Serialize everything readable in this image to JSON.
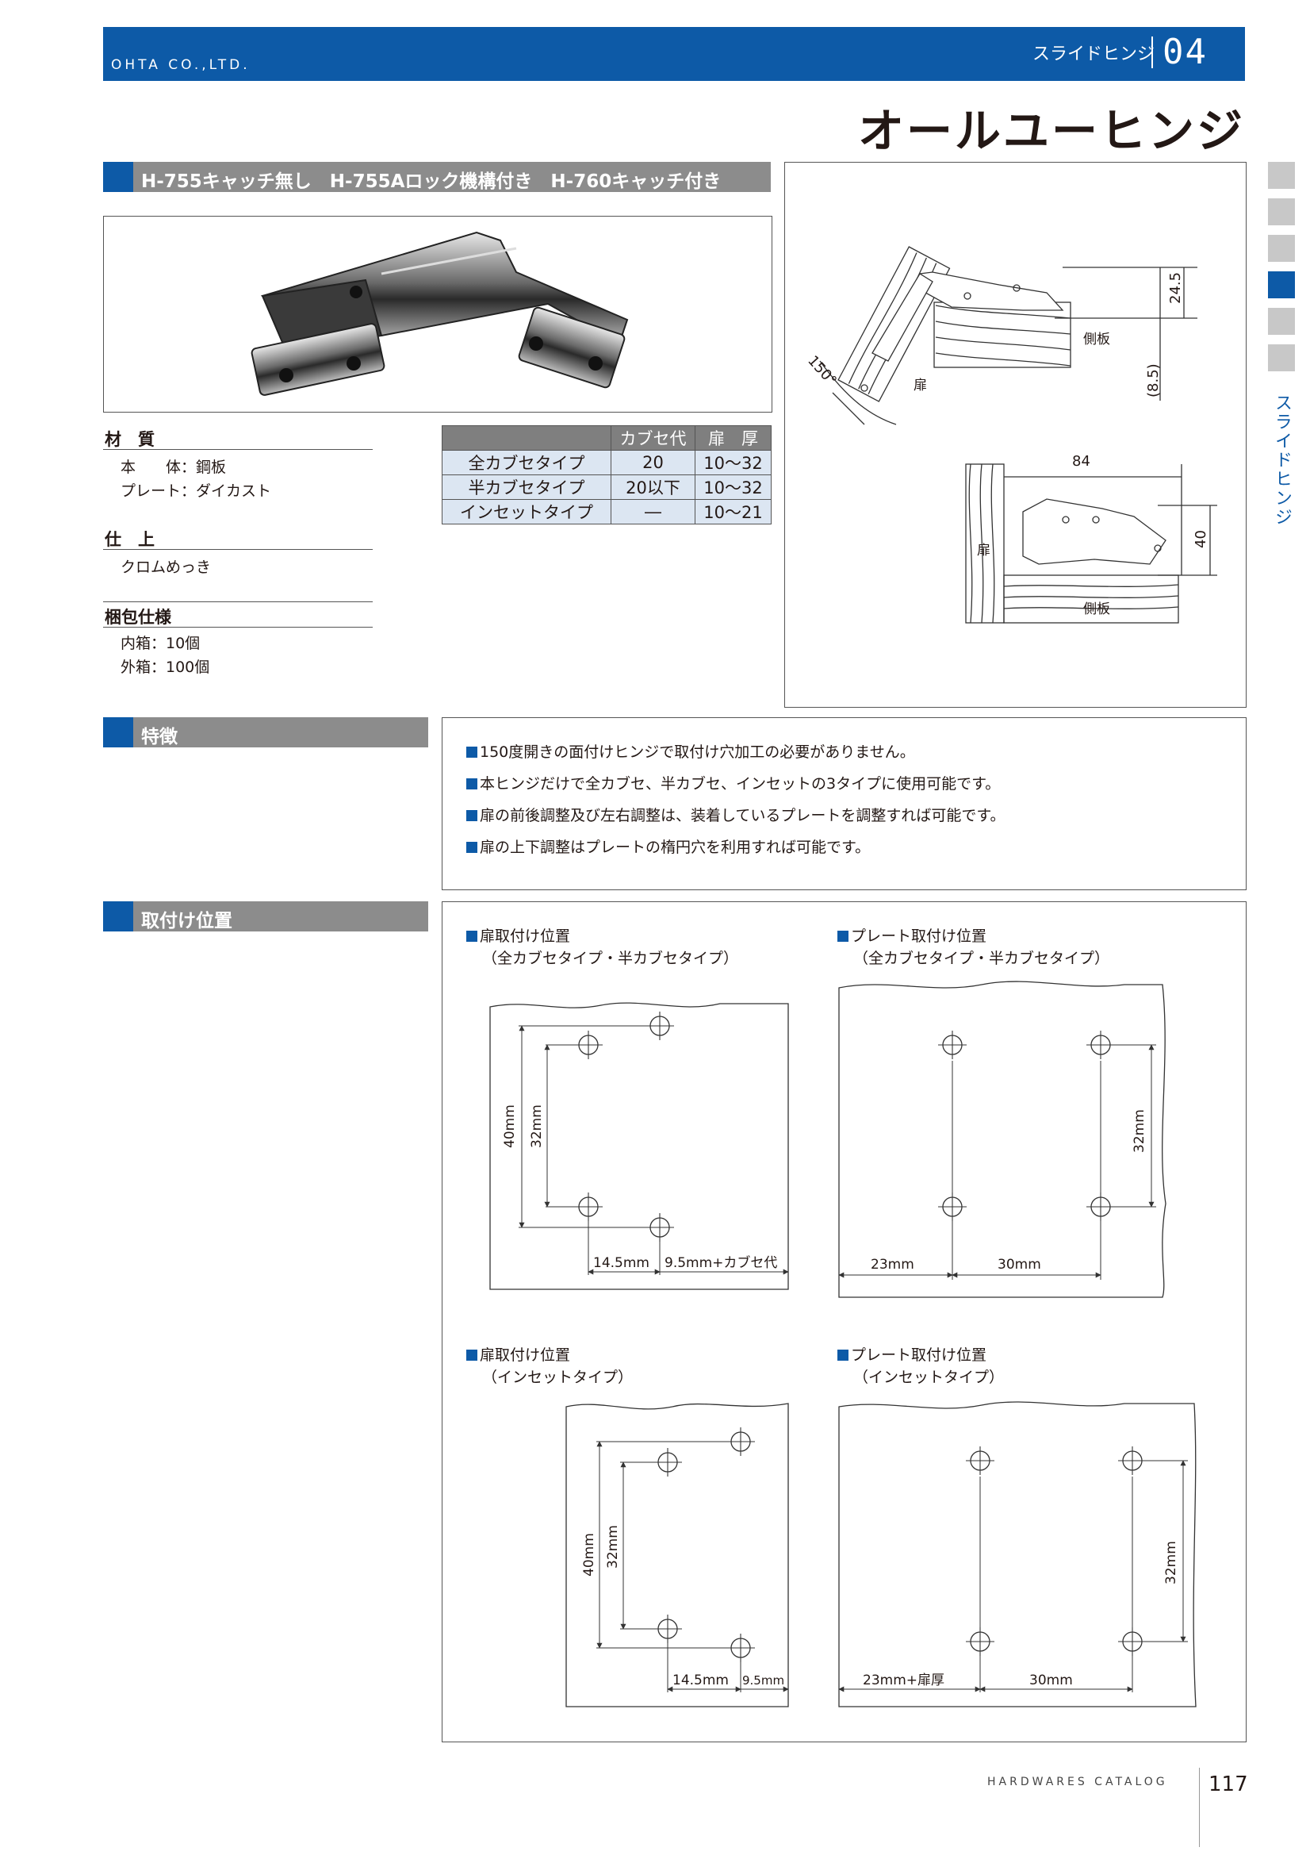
{
  "header": {
    "company": "OHTA CO.,LTD.",
    "category": "スライドヒンジ",
    "category_number": "04"
  },
  "title": "オールユーヒンジ",
  "model_bar": "H-755キャッチ無し　H-755Aロック機構付き　H-760キャッチ付き",
  "specs": {
    "material_heading": "材　質",
    "material_lines": [
      "本　　体：鋼板",
      "プレート：ダイカスト"
    ],
    "finish_heading": "仕　上",
    "finish_lines": [
      "クロムめっき"
    ],
    "packing_heading": "梱包仕様",
    "packing_lines": [
      "内箱：10個",
      "外箱：100個"
    ]
  },
  "type_table": {
    "headers": [
      "",
      "カブセ代",
      "扉　厚"
    ],
    "rows": [
      [
        "全カブセタイプ",
        "20",
        "10〜32"
      ],
      [
        "半カブセタイプ",
        "20以下",
        "10〜32"
      ],
      [
        "インセットタイプ",
        "―",
        "10〜21"
      ]
    ]
  },
  "diagram": {
    "angle": "150°",
    "dim_245": "24.5",
    "dim_85": "(8.5)",
    "dim_84": "84",
    "dim_40": "40",
    "door": "扉",
    "side_panel": "側板"
  },
  "side_nav": {
    "label": "スライドヒンジ",
    "tabs": 6,
    "active_index": 3
  },
  "features": {
    "heading": "特徴",
    "items": [
      "150度開きの面付けヒンジで取付け穴加工の必要がありません。",
      "本ヒンジだけで全カブセ、半カブセ、インセットの3タイプに使用可能です。",
      "扉の前後調整及び左右調整は、装着しているプレートを調整すれば可能です。",
      "扉の上下調整はプレートの楕円穴を利用すれば可能です。"
    ]
  },
  "mounting": {
    "heading": "取付け位置",
    "panels": [
      {
        "title": "扉取付け位置",
        "subtitle": "（全カブセタイプ・半カブセタイプ）",
        "dims": [
          "40mm",
          "32mm",
          "14.5mm",
          "9.5mm+カブセ代"
        ]
      },
      {
        "title": "プレート取付け位置",
        "subtitle": "（全カブセタイプ・半カブセタイプ）",
        "dims": [
          "32mm",
          "23mm",
          "30mm"
        ]
      },
      {
        "title": "扉取付け位置",
        "subtitle": "（インセットタイプ）",
        "dims": [
          "40mm",
          "32mm",
          "14.5mm",
          "9.5mm"
        ]
      },
      {
        "title": "プレート取付け位置",
        "subtitle": "（インセットタイプ）",
        "dims": [
          "32mm",
          "23mm+扉厚",
          "30mm"
        ]
      }
    ]
  },
  "footer": {
    "catalog": "HARDWARES CATALOG",
    "page": "117"
  }
}
